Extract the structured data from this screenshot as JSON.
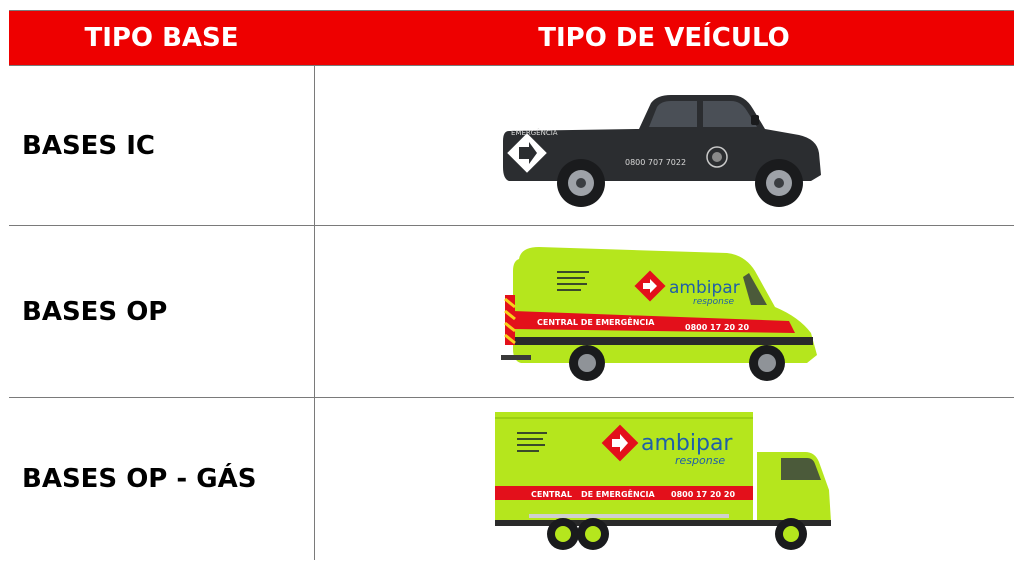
{
  "table": {
    "header": {
      "col1": "TIPO BASE",
      "col2": "TIPO DE VEÍCULO"
    },
    "rows": [
      {
        "label": "BASES IC",
        "vehicle": {
          "kind": "pickup-truck",
          "color": "#2b2d30",
          "side_text": "EMERGÊNCIA",
          "phone": "0800 707 7022"
        }
      },
      {
        "label": "BASES OP",
        "vehicle": {
          "kind": "van",
          "color": "#b5e61d",
          "brand": "ambipar",
          "brand_sub": "response",
          "band_text": "CENTRAL DE EMERGÊNCIA",
          "phone": "0800 17 20 20"
        }
      },
      {
        "label": "BASES OP - GÁS",
        "vehicle": {
          "kind": "box-truck",
          "color": "#b5e61d",
          "brand": "ambipar",
          "brand_sub": "response",
          "band_left": "CENTRAL",
          "band_text": "DE EMERGÊNCIA",
          "phone": "0800 17 20 20"
        }
      }
    ]
  },
  "colors": {
    "header_bg": "#ee0000",
    "header_text": "#ffffff",
    "brand_red": "#e3101b",
    "brand_blue": "#1f5fa8",
    "ambipar_green": "#b5e61d"
  }
}
